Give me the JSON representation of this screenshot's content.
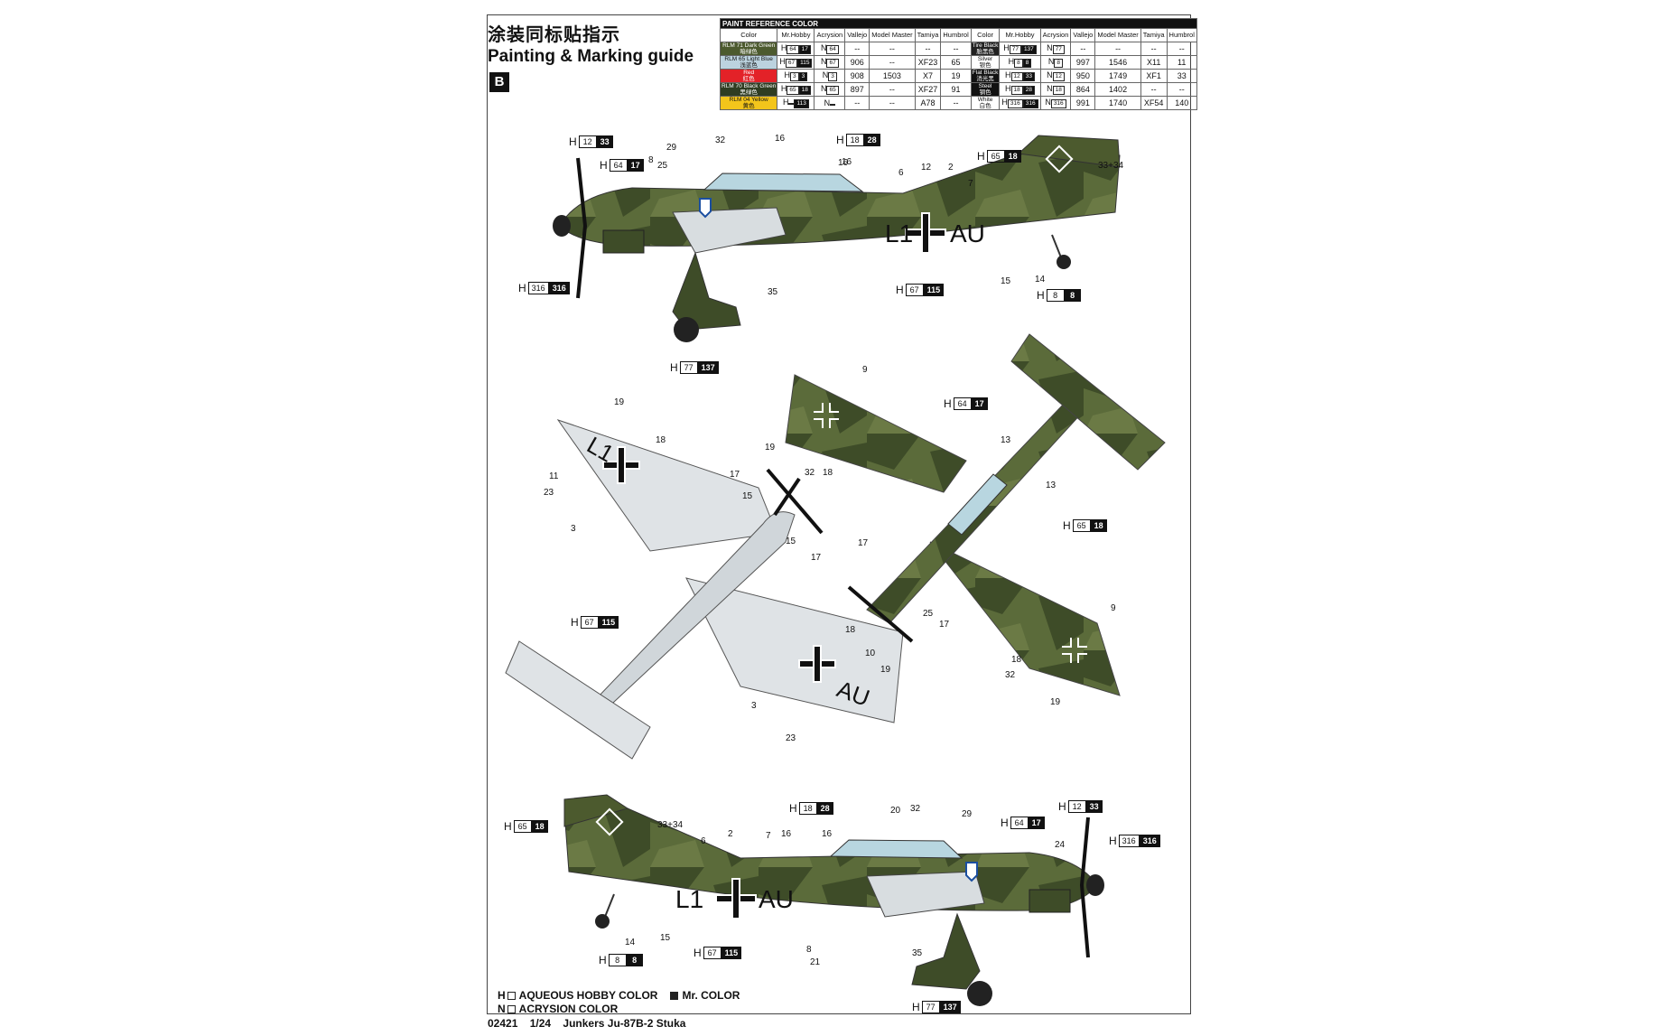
{
  "title": {
    "zh": "涂装同标贴指示",
    "en": "Painting & Marking guide",
    "section": "B"
  },
  "paint_table": {
    "header": "PAINT  REFERENCE COLOR",
    "columns": [
      "Color",
      "Mr.Hobby",
      "Acrysion",
      "Vallejo",
      "Model Master",
      "Tamiya",
      "Humbrol"
    ],
    "left_rows": [
      {
        "color": "RLM 71 Dark Green",
        "color_zh": "暗绿色",
        "swatch": "#4c5a2e",
        "text": "#fff",
        "h1": "64",
        "h2": "17",
        "n": "64",
        "vallejo": "--",
        "mm": "--",
        "tamiya": "--",
        "humbrol": "--"
      },
      {
        "color": "RLM 65 Light Blue",
        "color_zh": "浅蓝色",
        "swatch": "#bcd3df",
        "text": "#111",
        "h1": "67",
        "h2": "115",
        "n": "67",
        "vallejo": "906",
        "mm": "--",
        "tamiya": "XF23",
        "humbrol": "65"
      },
      {
        "color": "Red",
        "color_zh": "红色",
        "swatch": "#e32228",
        "text": "#fff",
        "h1": "3",
        "h2": "3",
        "n": "3",
        "vallejo": "908",
        "mm": "1503",
        "tamiya": "X7",
        "humbrol": "19"
      },
      {
        "color": "RLM 70 Black Green",
        "color_zh": "黑绿色",
        "swatch": "#2f3d22",
        "text": "#fff",
        "h1": "65",
        "h2": "18",
        "n": "65",
        "vallejo": "897",
        "mm": "--",
        "tamiya": "XF27",
        "humbrol": "91"
      },
      {
        "color": "RLM 04 Yellow",
        "color_zh": "黄色",
        "swatch": "#f3c51b",
        "text": "#111",
        "h1": "",
        "h2": "113",
        "n": "",
        "vallejo": "--",
        "mm": "--",
        "tamiya": "A78",
        "humbrol": "--"
      }
    ],
    "right_rows": [
      {
        "color": "Tire Black",
        "color_zh": "胎黑色",
        "swatch": "#222",
        "text": "#fff",
        "h1": "77",
        "h2": "137",
        "n": "77",
        "vallejo": "--",
        "mm": "--",
        "tamiya": "--",
        "humbrol": "--"
      },
      {
        "color": "Silver",
        "color_zh": "银色",
        "swatch": "#ffffff",
        "text": "#111",
        "h1": "8",
        "h2": "8",
        "n": "8",
        "vallejo": "997",
        "mm": "1546",
        "tamiya": "X11",
        "humbrol": "11"
      },
      {
        "color": "Flat Black",
        "color_zh": "消光黑",
        "swatch": "#111",
        "text": "#fff",
        "h1": "12",
        "h2": "33",
        "n": "12",
        "vallejo": "950",
        "mm": "1749",
        "tamiya": "XF1",
        "humbrol": "33"
      },
      {
        "color": "Steel",
        "color_zh": "钢色",
        "swatch": "#111",
        "text": "#fff",
        "h1": "18",
        "h2": "28",
        "n": "18",
        "vallejo": "864",
        "mm": "1402",
        "tamiya": "--",
        "humbrol": "--"
      },
      {
        "color": "White",
        "color_zh": "白色",
        "swatch": "#ffffff",
        "text": "#111",
        "h1": "316",
        "h2": "316",
        "n": "316",
        "vallejo": "991",
        "mm": "1740",
        "tamiya": "XF54",
        "humbrol": "140"
      }
    ]
  },
  "side_top": {
    "callouts": [
      "29",
      "25",
      "32",
      "16",
      "8",
      "6",
      "12",
      "2",
      "7",
      "33+34",
      "16",
      "16",
      "35",
      "15",
      "14"
    ],
    "refs": [
      {
        "h": "H",
        "a": "12",
        "b": "33"
      },
      {
        "h": "H",
        "a": "64",
        "b": "17"
      },
      {
        "h": "H",
        "a": "18",
        "b": "28"
      },
      {
        "h": "H",
        "a": "65",
        "b": "18"
      },
      {
        "h": "H",
        "a": "316",
        "b": "316"
      },
      {
        "h": "H",
        "a": "67",
        "b": "115"
      },
      {
        "h": "H",
        "a": "8",
        "b": "8"
      },
      {
        "h": "H",
        "a": "77",
        "b": "137"
      }
    ],
    "code_left": "L1",
    "code_right": "AU"
  },
  "under_view": {
    "callouts": [
      "19",
      "18",
      "11",
      "23",
      "17",
      "3",
      "15",
      "15",
      "17",
      "18",
      "10",
      "19",
      "3",
      "23"
    ],
    "ref": {
      "h": "H",
      "a": "67",
      "b": "115"
    },
    "code_left": "L1",
    "code_right": "AU"
  },
  "top_view": {
    "callouts": [
      "9",
      "19",
      "32",
      "18",
      "13",
      "13",
      "17",
      "25",
      "17",
      "9",
      "18",
      "32",
      "19"
    ],
    "refs": [
      {
        "h": "H",
        "a": "64",
        "b": "17"
      },
      {
        "h": "H",
        "a": "65",
        "b": "18"
      }
    ]
  },
  "side_bottom": {
    "callouts": [
      "33+34",
      "6",
      "2",
      "7",
      "16",
      "16",
      "20",
      "32",
      "29",
      "24",
      "14",
      "15",
      "8",
      "21",
      "35"
    ],
    "refs": [
      {
        "h": "H",
        "a": "65",
        "b": "18"
      },
      {
        "h": "H",
        "a": "18",
        "b": "28"
      },
      {
        "h": "H",
        "a": "64",
        "b": "17"
      },
      {
        "h": "H",
        "a": "12",
        "b": "33"
      },
      {
        "h": "H",
        "a": "316",
        "b": "316"
      },
      {
        "h": "H",
        "a": "8",
        "b": "8"
      },
      {
        "h": "H",
        "a": "67",
        "b": "115"
      },
      {
        "h": "H",
        "a": "77",
        "b": "137"
      }
    ],
    "code_left": "L1",
    "code_right": "AU"
  },
  "legend": {
    "line1_a": "AQUEOUS HOBBY COLOR",
    "line1_b": "Mr. COLOR",
    "line2": "ACRYSION COLOR",
    "h_mark": "H",
    "n_mark": "N"
  },
  "footer": {
    "code": "02421",
    "scale": "1/24",
    "name": "Junkers Ju-87B-2 Stuka"
  }
}
